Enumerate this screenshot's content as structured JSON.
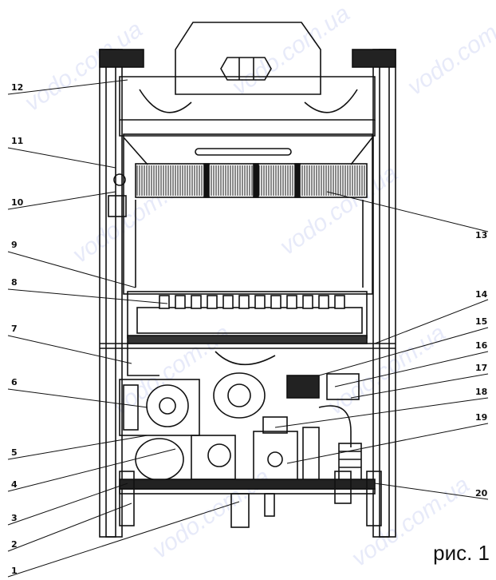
{
  "figure": {
    "caption": "рис. 1",
    "callouts": {
      "l1": "1",
      "l2": "2",
      "l3": "3",
      "l4": "4",
      "l5": "5",
      "l6": "6",
      "l7": "7",
      "l8": "8",
      "l9": "9",
      "l10": "10",
      "l11": "11",
      "l12": "12",
      "r13": "13",
      "r14": "14",
      "r15": "15",
      "r16": "16",
      "r17": "17",
      "r18": "18",
      "r19": "19",
      "r20": "20"
    },
    "watermark": "vodo.com.ua",
    "colors": {
      "ink": "#111111",
      "watermark": "#7f8fe0",
      "background": "#ffffff"
    }
  }
}
